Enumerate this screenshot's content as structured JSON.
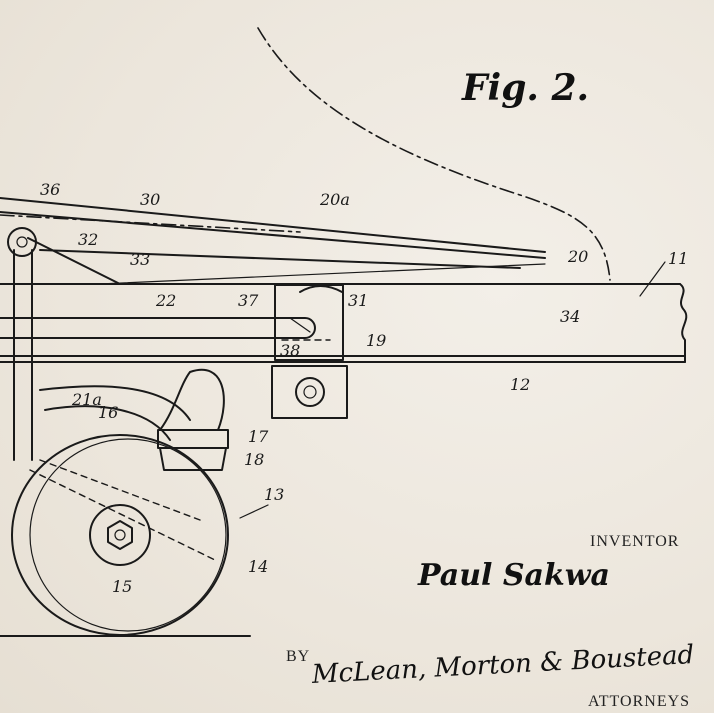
{
  "figure": {
    "label": "Fig. 2."
  },
  "reference_numerals": {
    "n36": "36",
    "n30": "30",
    "n20a": "20a",
    "n32": "32",
    "n33": "33",
    "n20": "20",
    "n11": "11",
    "n22": "22",
    "n37": "37",
    "n31": "31",
    "n34": "34",
    "n38": "38",
    "n19": "19",
    "n12": "12",
    "n21a": "21a",
    "n16": "16",
    "n17": "17",
    "n18": "18",
    "n13": "13",
    "n14": "14",
    "n15": "15"
  },
  "inventor": {
    "label": "INVENTOR",
    "name": "Paul Sakwa"
  },
  "attorneys": {
    "by_label": "BY",
    "signature": "McLean, Morton & Boustead",
    "label": "ATTORNEYS"
  }
}
